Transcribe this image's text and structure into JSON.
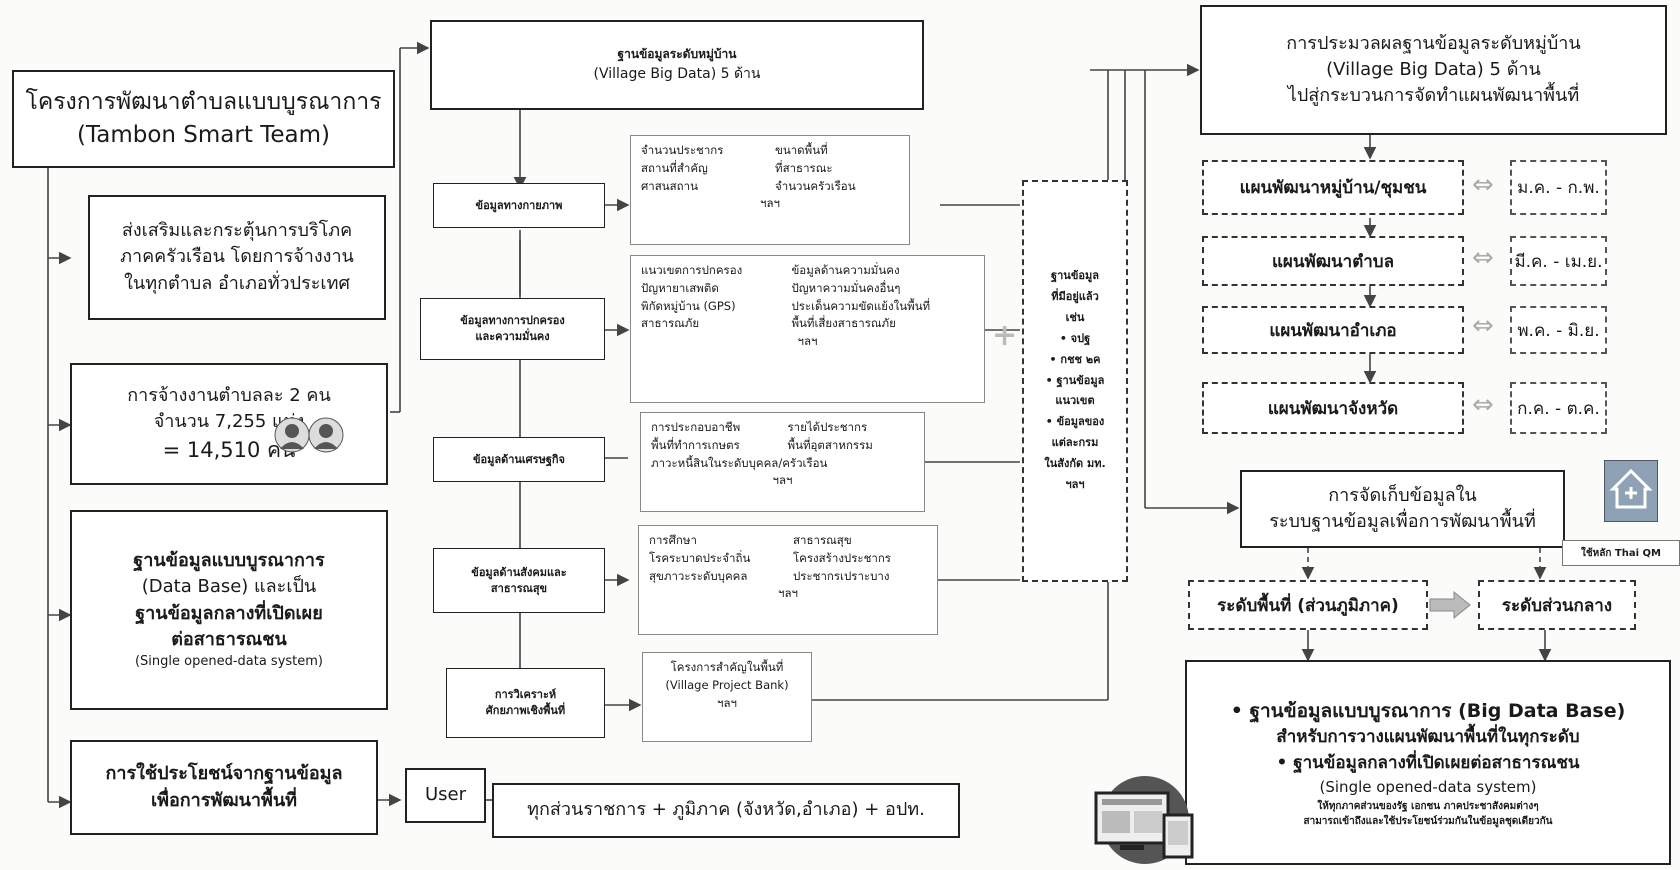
{
  "project": {
    "line1": "โครงการพัฒนาตำบลแบบบูรณาการ",
    "line2": "(Tambon Smart Team)"
  },
  "left": {
    "promote": [
      "ส่งเสริมและกระตุ้นการบริโภค",
      "ภาคครัวเรือน โดยการจ้างงาน",
      "ในทุกตำบล อำเภอทั่วประเทศ"
    ],
    "employ": [
      "การจ้างงานตำบลละ 2 คน",
      "จำนวน 7,255 แห่ง",
      "= 14,510 คน"
    ],
    "database": [
      "ฐานข้อมูลแบบบูรณาการ",
      "(Data Base) และเป็น",
      "ฐานข้อมูลกลางที่เปิดเผย",
      "ต่อสาธารณชน",
      "(Single opened-data system)"
    ],
    "benefit": [
      "การใช้ประโยชน์จากฐานข้อมูล",
      "เพื่อการพัฒนาพื้นที่"
    ]
  },
  "village": {
    "line1": "ฐานข้อมูลระดับหมู่บ้าน",
    "line2": "(Village Big Data) 5 ด้าน"
  },
  "categories": [
    {
      "label": [
        "ข้อมูลทางกายภาพ"
      ],
      "col1": [
        "จำนวนประชากร",
        "สถานที่สำคัญ",
        "ศาสนสถาน"
      ],
      "col2": [
        "ขนาดพื้นที่",
        "ที่สาธารณะ",
        "จำนวนครัวเรือน"
      ],
      "extra": [],
      "etc": "ฯลฯ"
    },
    {
      "label": [
        "ข้อมูลทางการปกครอง",
        "และความมั่นคง"
      ],
      "col1": [
        "แนวเขตการปกครอง",
        "ปัญหายาเสพติด",
        "พิกัดหมู่บ้าน (GPS)",
        "สาธารณภัย"
      ],
      "col2": [
        "ข้อมูลด้านความมั่นคง",
        "ปัญหาความมั่นคงอื่นๆ",
        "ประเด็นความขัดแย้งในพื้นที่",
        "พื้นที่เสี่ยงสาธารณภัย"
      ],
      "extra": [],
      "etc": "ฯลฯ"
    },
    {
      "label": [
        "ข้อมูลด้านเศรษฐกิจ"
      ],
      "col1": [
        "การประกอบอาชีพ",
        "พื้นที่ทำการเกษตร"
      ],
      "col2": [
        "รายได้ประชากร",
        "พื้นที่อุตสาหกรรม"
      ],
      "extra": [
        "ภาวะหนี้สินในระดับบุคคล/ครัวเรือน"
      ],
      "etc": "ฯลฯ"
    },
    {
      "label": [
        "ข้อมูลด้านสังคมและ",
        "สาธารณสุข"
      ],
      "col1": [
        "การศึกษา",
        "โรคระบาดประจำถิ่น",
        "สุขภาวะระดับบุคคล"
      ],
      "col2": [
        "สาธารณสุข",
        "โครงสร้างประชากร",
        "ประชากรเปราะบาง"
      ],
      "extra": [],
      "etc": "ฯลฯ"
    },
    {
      "label": [
        "การวิเคราะห์",
        "ศักยภาพเชิงพื้นที่"
      ],
      "col1": [
        "โครงการสำคัญในพื้นที่",
        "(Village Project Bank)"
      ],
      "col2": [],
      "extra": [],
      "etc": "ฯลฯ"
    }
  ],
  "existing": {
    "lines": [
      "ฐานข้อมูล",
      "ที่มีอยู่แล้ว",
      "เช่น",
      "• จปฐ",
      "• กชช ๒ค",
      "• ฐานข้อมูล",
      "แนวเขต",
      "• ข้อมูลของ",
      "แต่ละกรม",
      "ในสังกัด มท.",
      "ฯลฯ"
    ]
  },
  "processing": [
    "การประมวลผลฐานข้อมูลระดับหมู่บ้าน",
    "(Village Big Data) 5 ด้าน",
    "ไปสู่กระบวนการจัดทำแผนพัฒนาพื้นที่"
  ],
  "plans": [
    {
      "name": "แผนพัฒนาหมู่บ้าน/ชุมชน",
      "period": "ม.ค. - ก.พ."
    },
    {
      "name": "แผนพัฒนาตำบล",
      "period": "มี.ค. - เม.ย."
    },
    {
      "name": "แผนพัฒนาอำเภอ",
      "period": "พ.ค. - มิ.ย."
    },
    {
      "name": "แผนพัฒนาจังหวัด",
      "period": "ก.ค. - ต.ค."
    }
  ],
  "storage": [
    "การจัดเก็บข้อมูลใน",
    "ระบบฐานข้อมูลเพื่อการพัฒนาพื้นที่"
  ],
  "thaiqm": "ใช้หลัก Thai QM",
  "levels": {
    "area": "ระดับพื้นที่ (ส่วนภูมิภาค)",
    "central": "ระดับส่วนกลาง"
  },
  "bigdata": {
    "b1": "• ฐานข้อมูลแบบบูรณาการ (Big Data Base)",
    "b1sub": "สำหรับการวางแผนพัฒนาพื้นที่ในทุกระดับ",
    "b2": "• ฐานข้อมูลกลางที่เปิดเผยต่อสาธารณชน",
    "b2sub": "(Single opened-data system)",
    "note1": "ให้ทุกภาคส่วนของรัฐ เอกชน ภาคประชาสังคมต่างๆ",
    "note2": "สามารถเข้าถึงและใช้ประโยชน์ร่วมกันในข้อมูลชุดเดียวกัน"
  },
  "user": {
    "label": "User",
    "desc": "ทุกส่วนราชการ + ภูมิภาค (จังหวัด,อำเภอ) + อปท."
  }
}
